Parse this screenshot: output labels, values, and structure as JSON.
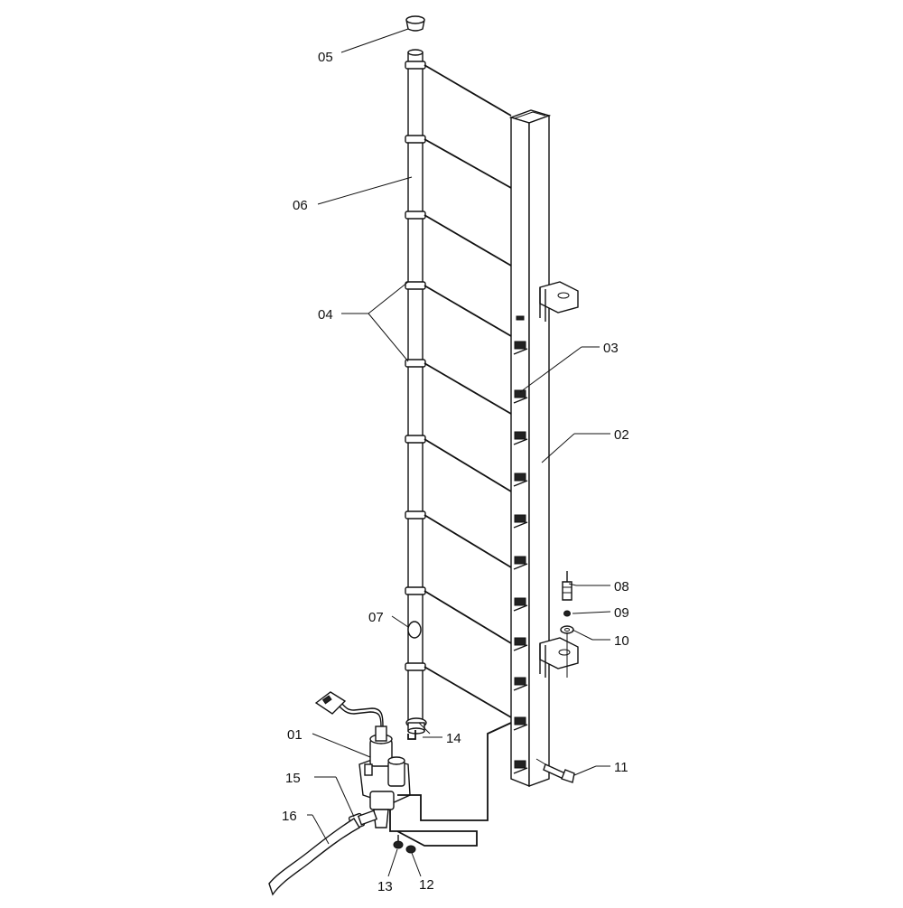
{
  "callouts": {
    "c01": "01",
    "c02": "02",
    "c03": "03",
    "c04": "04",
    "c05": "05",
    "c06": "06",
    "c07": "07",
    "c08": "08",
    "c09": "09",
    "c10": "10",
    "c11": "11",
    "c12": "12",
    "c13": "13",
    "c14": "14",
    "c15": "15",
    "c16": "16"
  }
}
